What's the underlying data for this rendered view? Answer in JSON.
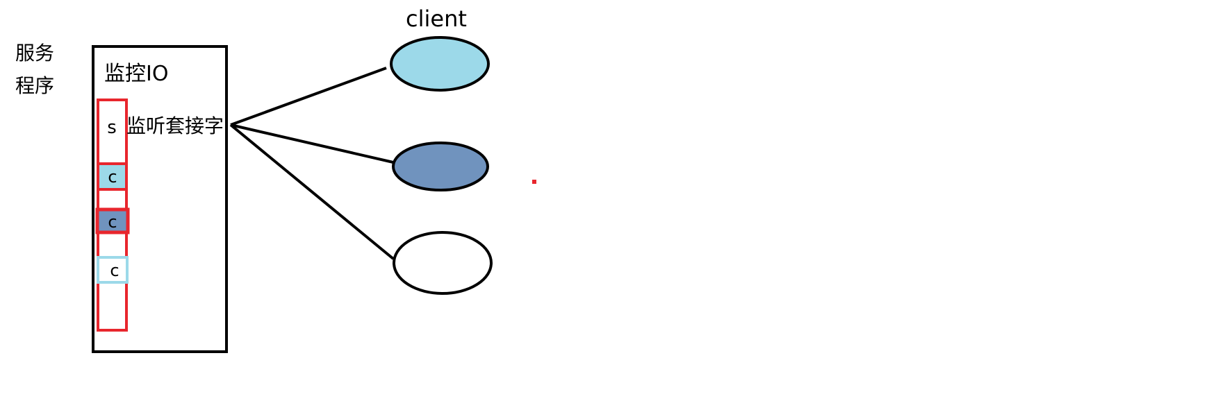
{
  "service_label": [
    "服务",
    "程序"
  ],
  "monitor_label": "监控IO",
  "listen_socket_label": "监听套接字",
  "server_socket_letter": "s",
  "client_socket_letter": "c",
  "client_label": "client",
  "colors": {
    "stroke": "#000000",
    "red": "#e8262d",
    "light_blue": "#9cd9e9",
    "mid_blue": "#7093be",
    "white": "#ffffff"
  }
}
